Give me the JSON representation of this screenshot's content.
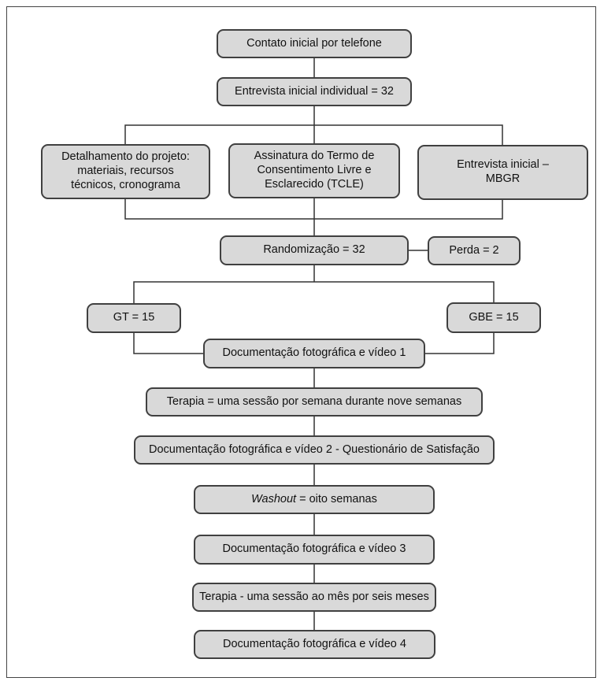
{
  "diagram": {
    "colors": {
      "box_fill": "#d9d9d9",
      "box_border": "#404040",
      "line": "#333333",
      "background": "#ffffff",
      "text": "#111111"
    },
    "nodes": {
      "contato": {
        "label": "Contato inicial por telefone"
      },
      "entrevista": {
        "label": "Entrevista inicial individual = 32"
      },
      "detalhamento": {
        "lines": [
          "Detalhamento do projeto:",
          "materiais, recursos",
          "técnicos, cronograma"
        ]
      },
      "tcle": {
        "lines": [
          "Assinatura do Termo de",
          "Consentimento Livre e",
          "Esclarecido (TCLE)"
        ]
      },
      "mbgr": {
        "lines": [
          "Entrevista inicial –",
          "MBGR"
        ]
      },
      "randomizacao": {
        "label": "Randomização = 32"
      },
      "perda": {
        "label": "Perda = 2"
      },
      "gt": {
        "label": "GT = 15"
      },
      "gbe": {
        "label": "GBE = 15"
      },
      "doc1": {
        "label": "Documentação fotográfica e vídeo 1"
      },
      "terapia_semanal": {
        "label": "Terapia = uma sessão por semana durante nove semanas"
      },
      "doc2": {
        "label": "Documentação fotográfica e vídeo 2 - Questionário de Satisfação"
      },
      "washout": {
        "italic": "Washout",
        "rest": " = oito semanas"
      },
      "doc3": {
        "label": "Documentação fotográfica e vídeo 3"
      },
      "terapia_mensal": {
        "label": "Terapia - uma sessão ao mês por seis meses"
      },
      "doc4": {
        "label": "Documentação fotográfica e vídeo 4"
      }
    }
  }
}
